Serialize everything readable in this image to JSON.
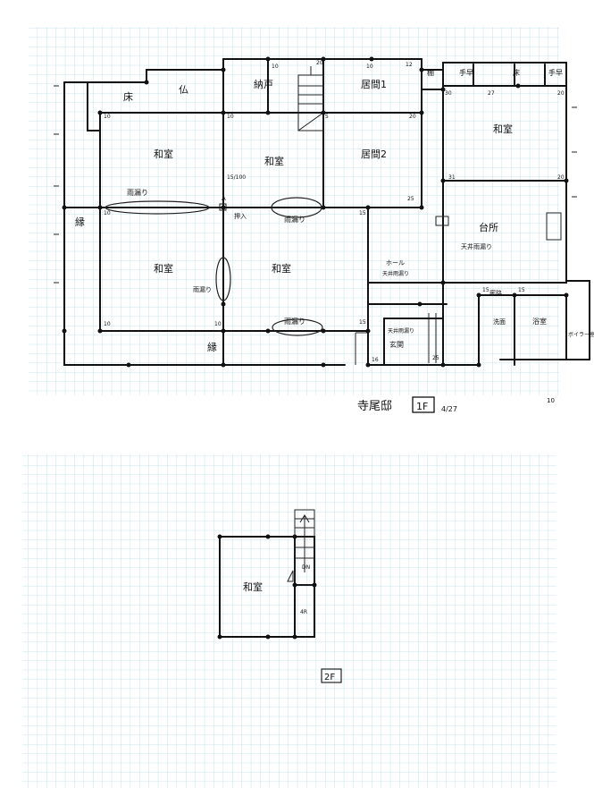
{
  "sheet1": {
    "rooms": [
      {
        "id": "toko",
        "label": "床"
      },
      {
        "id": "butsu",
        "label": "仏"
      },
      {
        "id": "nando",
        "label": "納戸"
      },
      {
        "id": "ima1",
        "label": "居間1"
      },
      {
        "id": "ima2",
        "label": "居間2"
      },
      {
        "id": "washitsu_nw",
        "label": "和室"
      },
      {
        "id": "washitsu_nc",
        "label": "和室"
      },
      {
        "id": "washitsu_sw",
        "label": "和室"
      },
      {
        "id": "washitsu_sc",
        "label": "和室"
      },
      {
        "id": "washitsu_e",
        "label": "和室"
      },
      {
        "id": "kitchen",
        "label": "台所"
      },
      {
        "id": "en_w",
        "label": "縁"
      },
      {
        "id": "en_s",
        "label": "縁"
      },
      {
        "id": "hall",
        "label": "ホール"
      },
      {
        "id": "genkan",
        "label": "玄関"
      },
      {
        "id": "yokushitsu",
        "label": "浴室"
      },
      {
        "id": "senmen",
        "label": "洗面"
      },
      {
        "id": "rouka",
        "label": "廊路"
      },
      {
        "id": "tana",
        "label": "棚"
      },
      {
        "id": "tei1",
        "label": "手早"
      },
      {
        "id": "tei2",
        "label": "床"
      },
      {
        "id": "tei3",
        "label": "手早"
      },
      {
        "id": "boiler",
        "label": "ボイラー室"
      }
    ],
    "leak_notes": [
      {
        "id": "leak1",
        "label": "雨漏り"
      },
      {
        "id": "leak2",
        "label": "雨漏り"
      },
      {
        "id": "leak3",
        "label": "雨漏り"
      },
      {
        "id": "leak4",
        "label": "雨漏り"
      },
      {
        "id": "leak_kitchen",
        "label": "天井雨漏り"
      },
      {
        "id": "leak_hall",
        "label": "天井雨漏り"
      },
      {
        "id": "leak_genkan",
        "label": "天井雨漏り"
      }
    ],
    "numbers": [
      "10",
      "10",
      "10",
      "20",
      "10",
      "12",
      "30",
      "27",
      "20",
      "5",
      "20",
      "25",
      "31",
      "20",
      "10",
      "15",
      "15",
      "10",
      "10",
      "15",
      "15",
      "16",
      "25"
    ],
    "marker_a": "A",
    "ratio": "15/100",
    "note_small": "押入",
    "owner": "寺尾邸",
    "floor_tag": "1F",
    "date": "4/27",
    "corner_mark": "10"
  },
  "sheet2": {
    "room": "和室",
    "dn": "DN",
    "r": "4R",
    "floor_tag": "2F"
  }
}
